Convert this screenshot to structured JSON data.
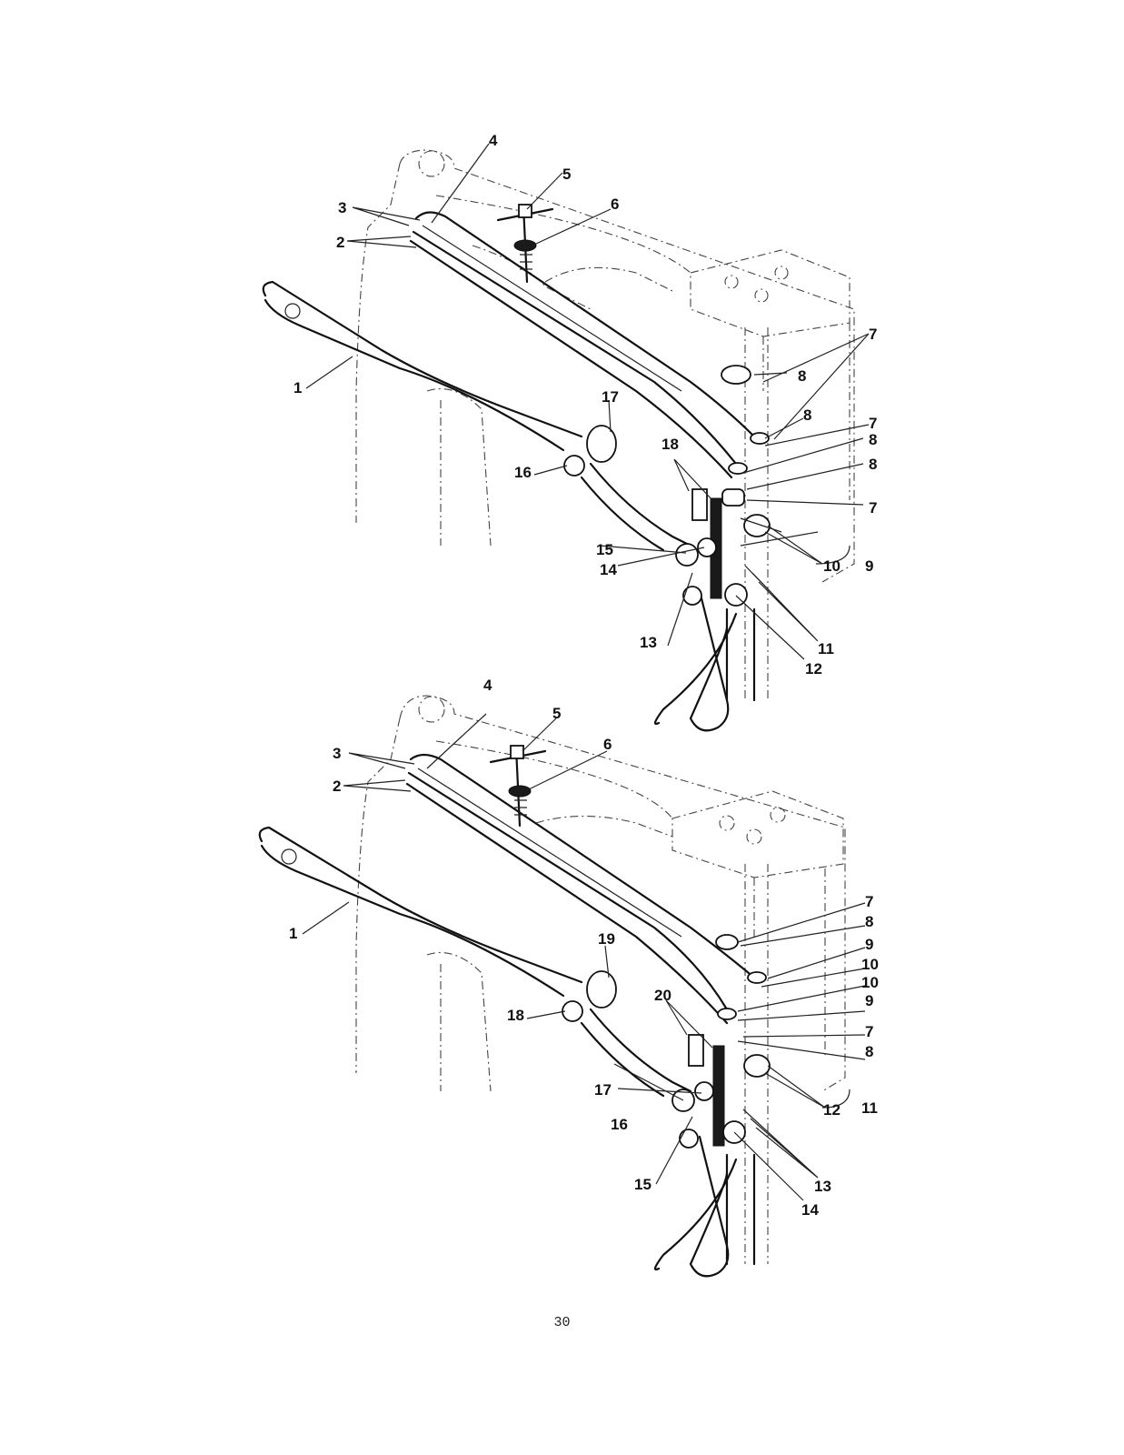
{
  "page_number": "30",
  "figures": [
    {
      "labels": [
        "1",
        "2",
        "3",
        "4",
        "5",
        "6",
        "7",
        "8",
        "7",
        "8",
        "7",
        "8",
        "8",
        "7",
        "9",
        "10",
        "11",
        "12",
        "13",
        "14",
        "15",
        "16",
        "17",
        "18"
      ]
    },
    {
      "labels": [
        "1",
        "2",
        "3",
        "4",
        "5",
        "6",
        "7",
        "8",
        "9",
        "10",
        "10",
        "9",
        "7",
        "8",
        "11",
        "12",
        "13",
        "14",
        "15",
        "16",
        "17",
        "18",
        "19",
        "20"
      ]
    }
  ]
}
